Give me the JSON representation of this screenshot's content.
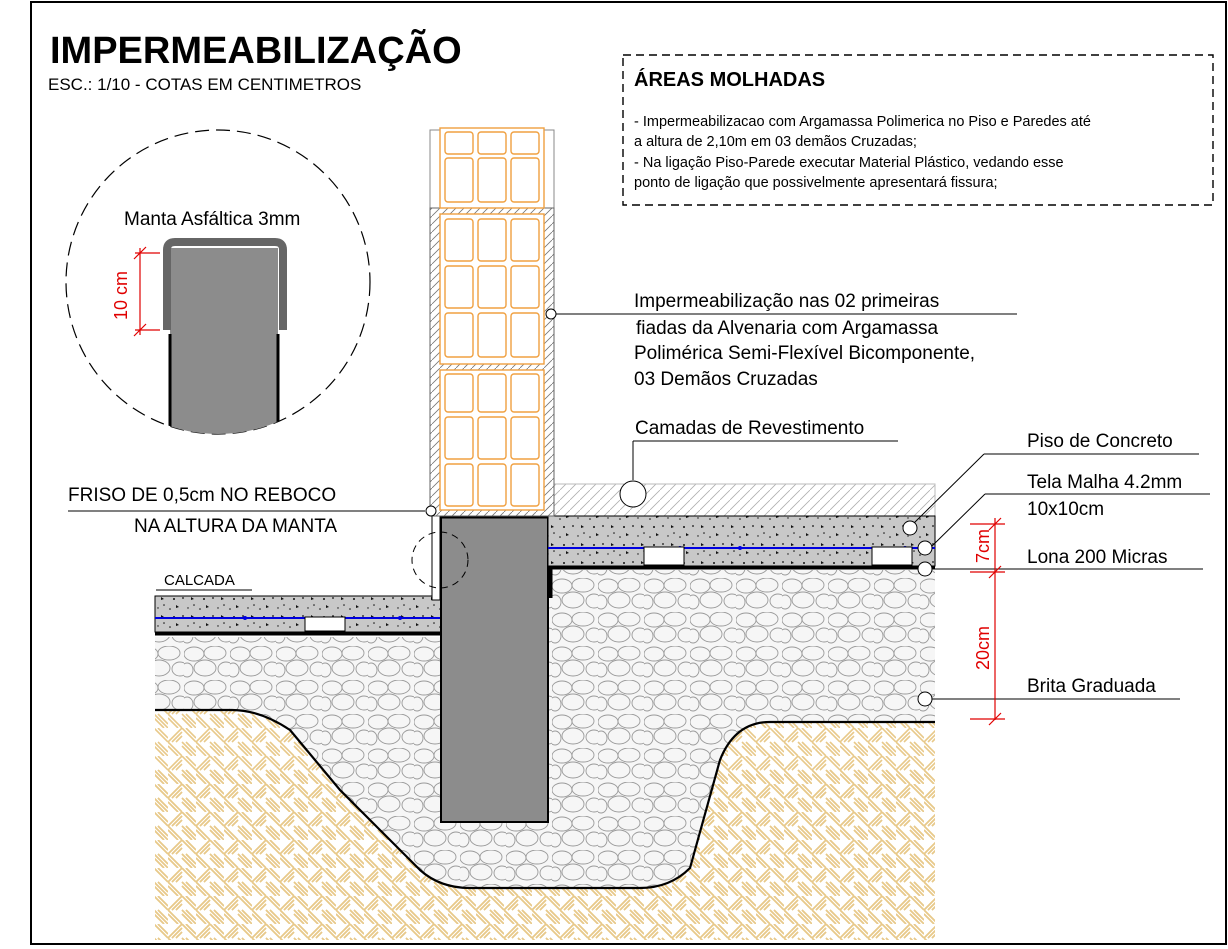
{
  "title": "IMPERMEABILIZAÇÃO",
  "subtitle": "ESC.: 1/10 - COTAS EM CENTIMETROS",
  "notes": {
    "heading": "ÁREAS MOLHADAS",
    "lines": [
      "- Impermeabilizacao com Argamassa Polimerica no Piso e Paredes até",
      "a altura de 2,10m em 03 demãos Cruzadas;",
      "- Na ligação Piso-Parede executar Material Plástico, vedando esse",
      "ponto de ligação que possivelmente apresentará fissura;"
    ]
  },
  "detail": {
    "label": "Manta Asfáltica 3mm",
    "dimension": "10 cm"
  },
  "labels": {
    "wall_waterproofing": [
      "Impermeabilização nas 02 primeiras",
      "fiadas da Alvenaria com Argamassa",
      "Polimérica Semi-Flexível Bicomponente,",
      "03 Demãos Cruzadas"
    ],
    "coating_layers": "Camadas de Revestimento",
    "concrete_floor": "Piso de Concreto",
    "mesh": [
      "Tela Malha 4.2mm",
      "10x10cm"
    ],
    "plastic_sheet": "Lona 200 Micras",
    "gravel": "Brita Graduada",
    "groove": [
      "FRISO DE 0,5cm NO REBOCO",
      "NA ALTURA DA MANTA"
    ],
    "sidewalk": "CALCADA"
  },
  "dimensions": {
    "floor_thickness": "7cm",
    "gravel_thickness": "20cm"
  },
  "colors": {
    "brick_outline": "#f0a040",
    "dimension": "#e00000",
    "mesh_line": "#0000e0",
    "soil_hatch": "#e8c98a",
    "concrete": "#c8c8c8",
    "footing": "#8c8c8c"
  }
}
